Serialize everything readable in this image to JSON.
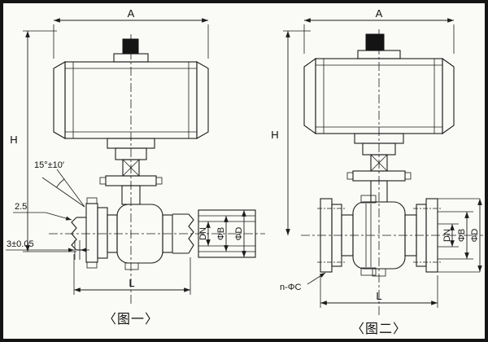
{
  "colors": {
    "line": "#1c1c1c",
    "paper": "#fafaf7"
  },
  "figure1": {
    "caption": "〈图一〉",
    "dim_A": "A",
    "dim_H": "H",
    "dim_L": "L",
    "dim_DN": "DN",
    "dim_phiB": "ΦB",
    "dim_phiD": "ΦD",
    "angle_note": "15°±10′",
    "serration_note": "2.5",
    "gap_note": "3±0.05"
  },
  "figure2": {
    "caption": "〈图二〉",
    "dim_A": "A",
    "dim_H": "H",
    "dim_L": "L",
    "dim_DN": "DN",
    "dim_phiB": "ΦB",
    "dim_phiD": "ΦD",
    "bolt_holes_note": "n-ΦC"
  }
}
